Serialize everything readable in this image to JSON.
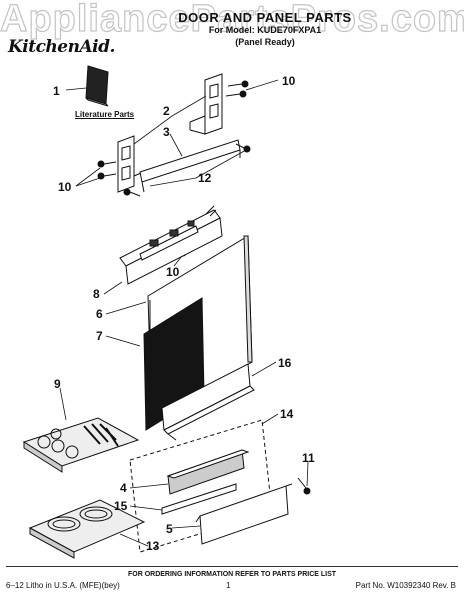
{
  "watermark": "AppliancePartsPros.com",
  "header": {
    "title": "DOOR AND PANEL PARTS",
    "model": "For Model: KUDE70FXPA1",
    "note": "(Panel Ready)",
    "brand": "KitchenAid."
  },
  "labels": {
    "literature": "Literature Parts"
  },
  "callouts": [
    "1",
    "2",
    "3",
    "10",
    "10",
    "12",
    "10",
    "8",
    "6",
    "7",
    "16",
    "9",
    "14",
    "4",
    "15",
    "11",
    "5",
    "13"
  ],
  "footer": {
    "ordering": "FOR ORDERING INFORMATION REFER TO PARTS PRICE LIST",
    "left": "6–12 Litho in U.S.A. (MFE)(bey)",
    "center": "1",
    "right": "Part No. W10392340 Rev. B"
  },
  "colors": {
    "line": "#111111",
    "panel_fill": "#141414"
  }
}
